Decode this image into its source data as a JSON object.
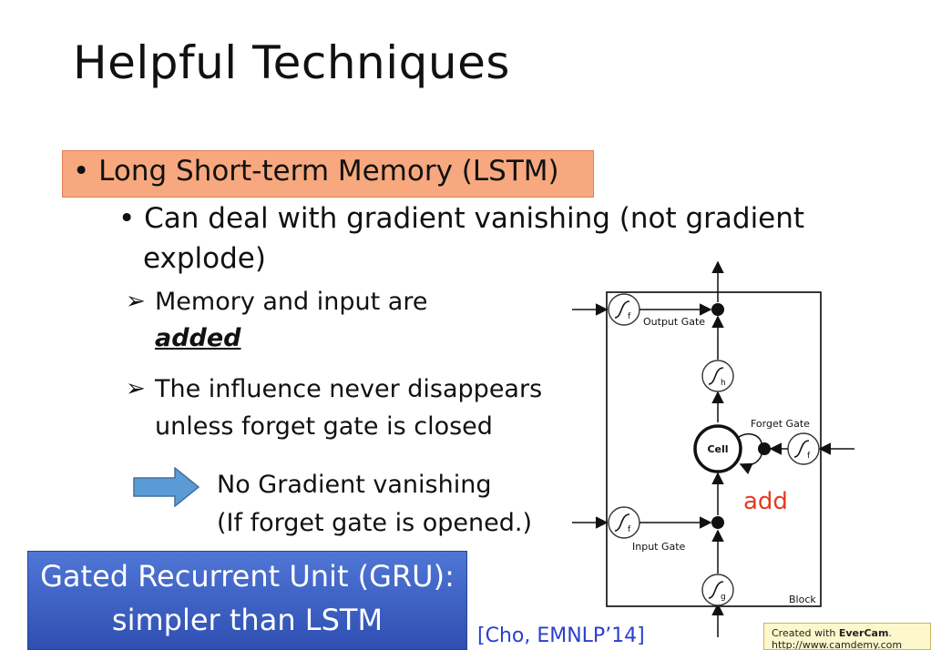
{
  "slide": {
    "title": "Helpful Techniques",
    "bullet1": "• Long Short-term Memory (LSTM)",
    "bullet2_line1": "• Can deal with gradient vanishing (not gradient",
    "bullet2_line2": "explode)",
    "sub1_line1": "Memory and input are",
    "sub1_line2": "added",
    "sub2_line1": "The influence never disappears",
    "sub2_line2": "unless forget gate is closed",
    "result_line1": "No Gradient vanishing",
    "result_line2": "(If forget gate is opened.)",
    "gru_line1": "Gated Recurrent Unit (GRU):",
    "gru_line2": "simpler than LSTM",
    "citation": "[Cho, EMNLP’14]"
  },
  "diagram": {
    "output_gate": "Output Gate",
    "forget_gate": "Forget Gate",
    "input_gate": "Input Gate",
    "cell": "Cell",
    "block": "Block",
    "add": "add",
    "add_color": "#e53a1f",
    "gate_f": "f",
    "gate_h": "h",
    "gate_g": "g"
  },
  "watermark": {
    "line1_prefix": "Created with ",
    "brand": "EverCam",
    "line1_suffix": ".",
    "line2": "http://www.camdemy.com"
  },
  "colors": {
    "lstm_highlight": "#f7a87e",
    "gru_box": "#3b5fc8",
    "arrow_fill": "#5b9bd5",
    "citation": "#2a3fd0"
  }
}
